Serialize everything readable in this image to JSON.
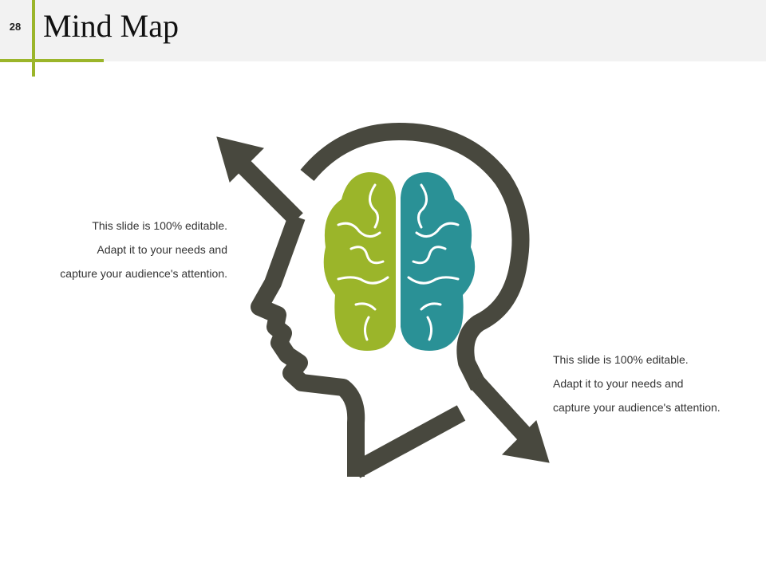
{
  "slide": {
    "number": "28",
    "title": "Mind Map"
  },
  "left_text": {
    "line1": "This slide is 100% editable.",
    "line2": "Adapt it to your needs and",
    "line3": "capture your audience's attention."
  },
  "right_text": {
    "line1": "This slide is 100% editable.",
    "line2": "Adapt it to your needs and",
    "line3": "capture your audience's attention."
  },
  "colors": {
    "accent": "#9bb52a",
    "head": "#48483e",
    "brain_left": "#9bb52a",
    "brain_right": "#2a9196"
  },
  "icons": [
    "head-icon",
    "brain-icon",
    "arrow-up-left-icon",
    "arrow-down-right-icon"
  ]
}
